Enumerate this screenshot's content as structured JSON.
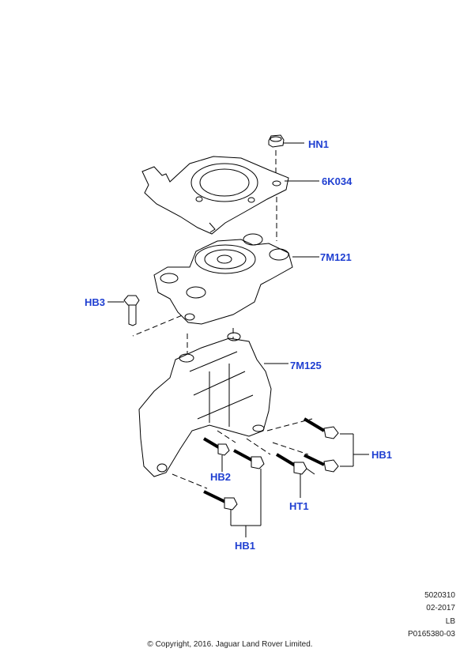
{
  "callouts": {
    "hn1": "HN1",
    "6k034": "6K034",
    "7m121": "7M121",
    "hb3": "HB3",
    "7m125": "7M125",
    "hb1_right": "HB1",
    "hb2": "HB2",
    "ht1": "HT1",
    "hb1_bottom": "HB1"
  },
  "meta": {
    "code": "5020310",
    "date": "02-2017",
    "lang": "LB",
    "ref": "P0165380-03"
  },
  "copyright": "© Copyright, 2016. Jaguar Land Rover Limited.",
  "colors": {
    "callout": "#1f3fd1",
    "line": "#000000"
  }
}
